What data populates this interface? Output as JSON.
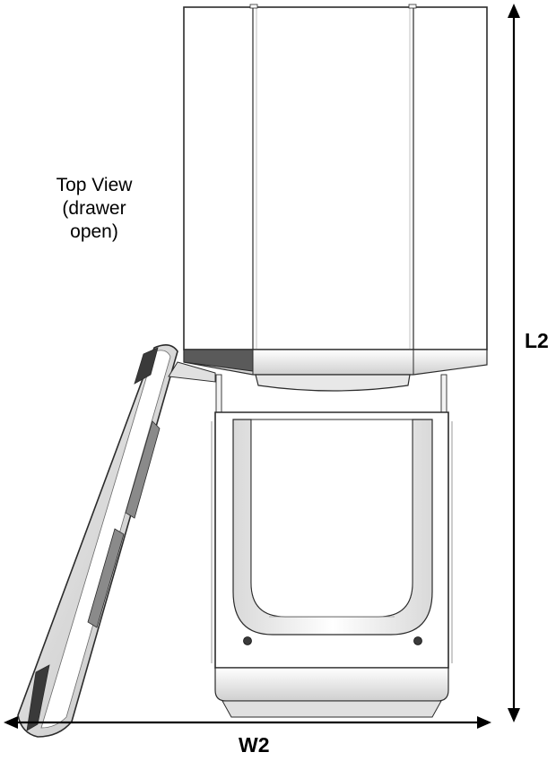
{
  "view_caption": {
    "line1": "Top View",
    "line2": "(drawer",
    "line3": "open)"
  },
  "dimensions": {
    "length_label": "L2",
    "width_label": "W2"
  },
  "colors": {
    "outline": "#2b2b2b",
    "body_fill": "#ffffff",
    "shade_dark": "#3a3a3a",
    "shade_mid": "#9a9a9a",
    "shade_light": "#e6e6e6",
    "arrow": "#000000"
  }
}
